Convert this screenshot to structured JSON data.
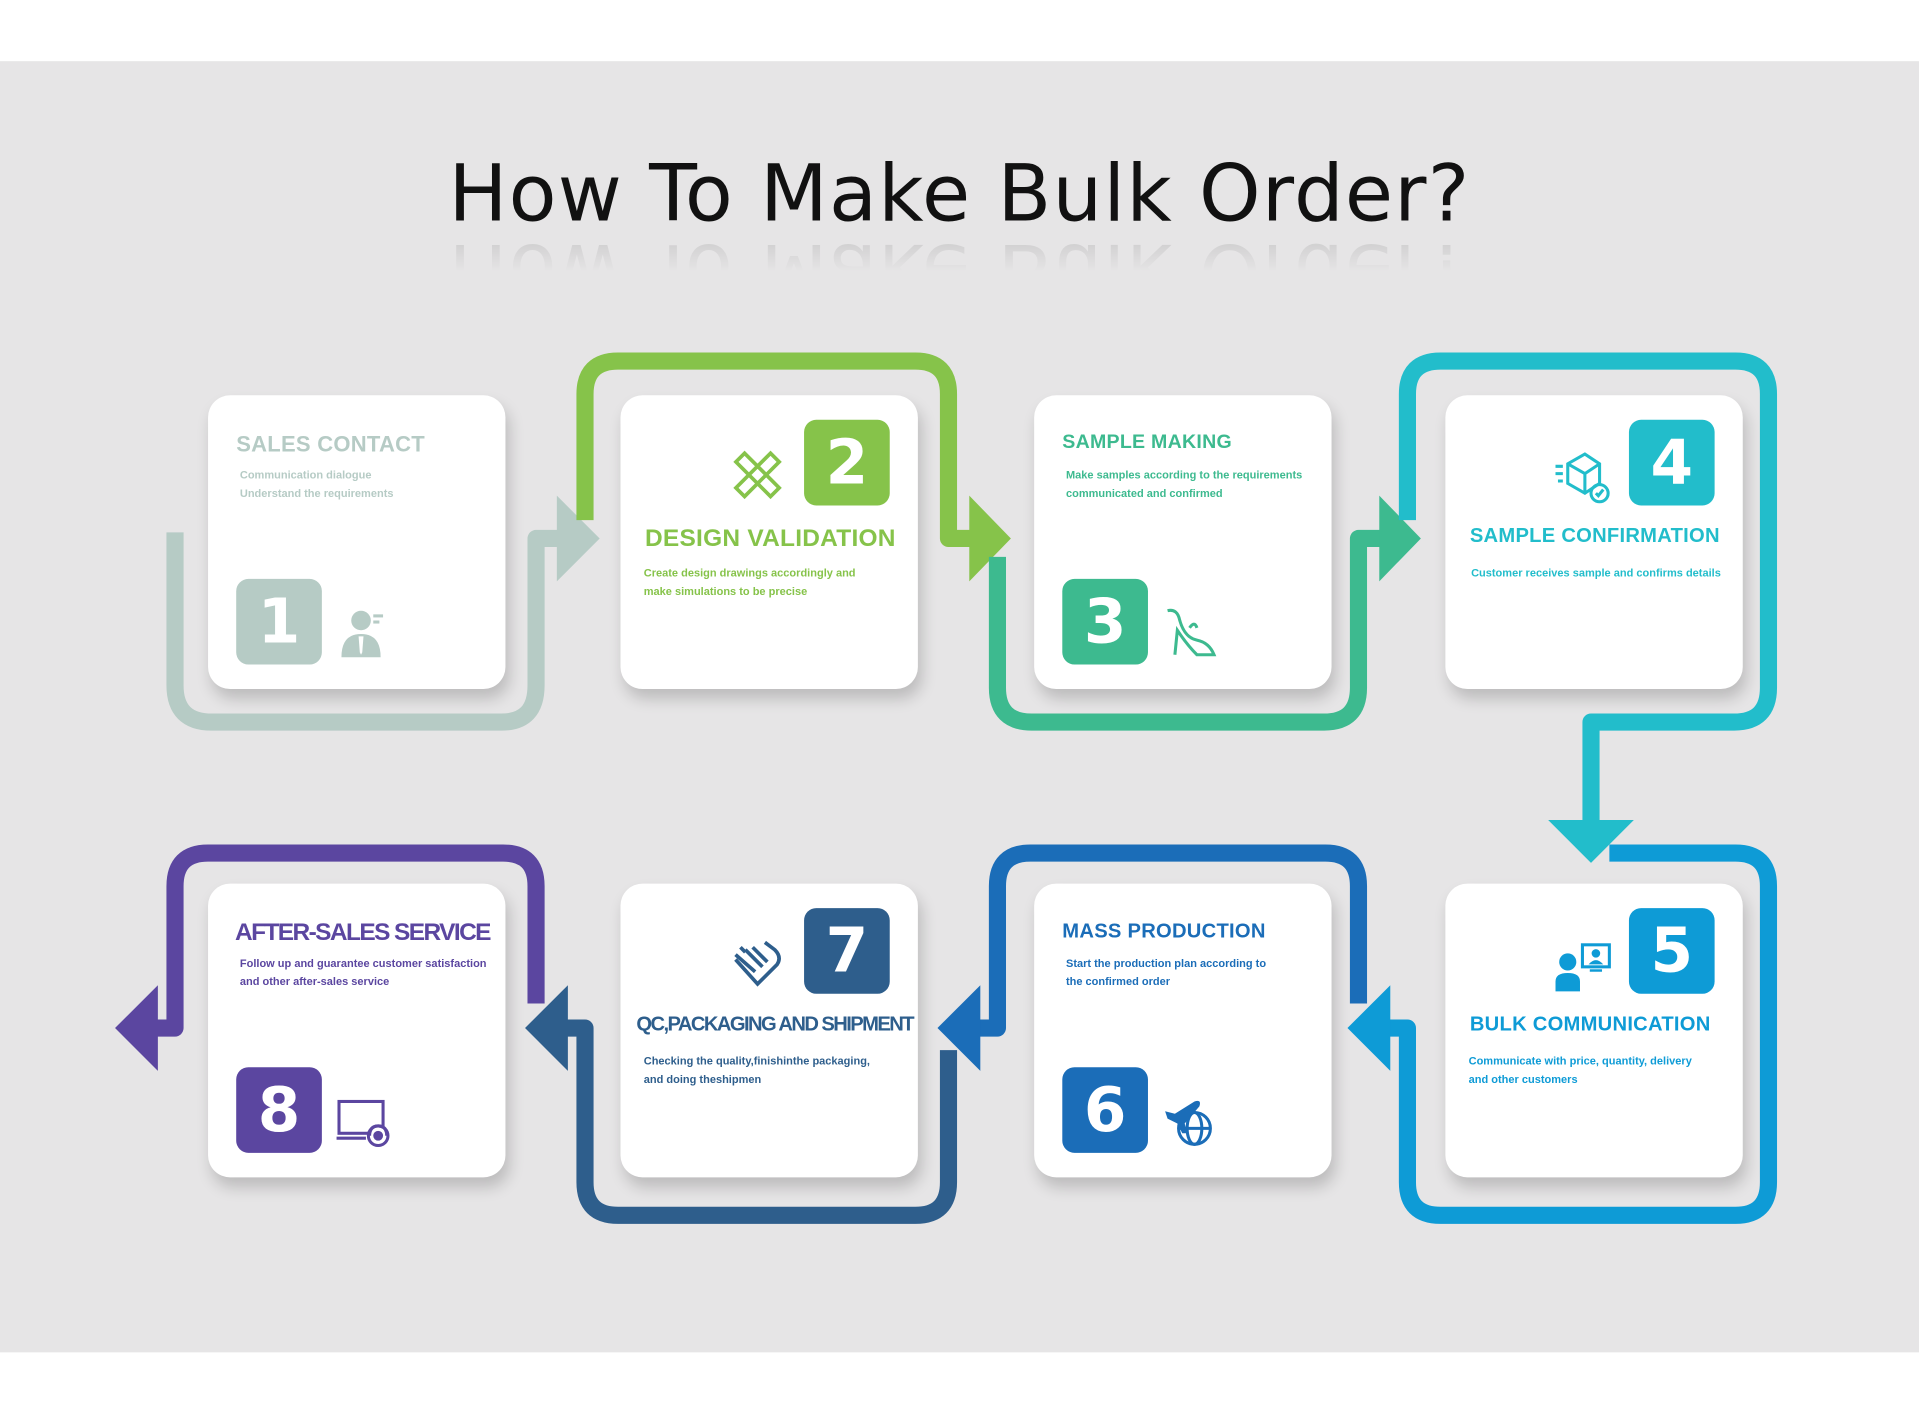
{
  "title": "How To Make Bulk Order?",
  "steps": [
    {
      "number": "1",
      "title": "SALES CONTACT",
      "desc": [
        "Communication dialogue",
        "Understand the requirements"
      ],
      "color": "#b6cbc5",
      "icon": "person-tie-icon"
    },
    {
      "number": "2",
      "title": "DESIGN VALIDATION",
      "desc": [
        "Create design drawings accordingly and",
        "make simulations to be precise"
      ],
      "color": "#86c34a",
      "icon": "ruler-pencil-icon"
    },
    {
      "number": "3",
      "title": "SAMPLE MAKING",
      "desc": [
        "Make samples according to the requirements",
        "communicated and confirmed"
      ],
      "color": "#3dba8f",
      "icon": "high-heel-icon"
    },
    {
      "number": "4",
      "title": "SAMPLE CONFIRMATION",
      "desc": [
        "Customer receives sample and confirms details"
      ],
      "color": "#22bdcb",
      "icon": "box-check-icon"
    },
    {
      "number": "5",
      "title": "BULK COMMUNICATION",
      "desc": [
        "Communicate with price, quantity, delivery",
        "and other customers"
      ],
      "color": "#0e9bd6",
      "icon": "video-call-icon"
    },
    {
      "number": "6",
      "title": "MASS PRODUCTION",
      "desc": [
        "Start the production plan according to",
        "the confirmed order"
      ],
      "color": "#1b6db8",
      "icon": "plane-globe-icon"
    },
    {
      "number": "7",
      "title": "QC,PACKAGING AND SHIPMENT",
      "desc": [
        "Checking the quality,finishinthe packaging,",
        "and doing theshipmen"
      ],
      "color": "#2e5e8c",
      "icon": "handshake-icon"
    },
    {
      "number": "8",
      "title": "AFTER-SALES SERVICE",
      "desc": [
        "Follow up and guarantee customer satisfaction",
        "and other after-sales service"
      ],
      "color": "#5b46a0",
      "icon": "monitor-support-icon"
    }
  ]
}
